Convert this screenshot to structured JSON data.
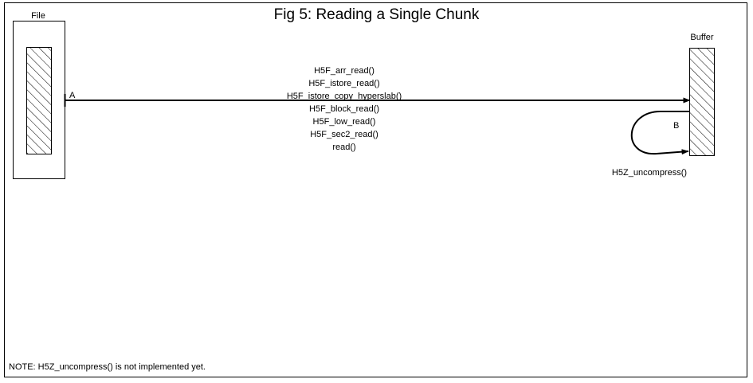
{
  "title": "Fig 5:  Reading a Single Chunk",
  "colors": {
    "stroke": "#000000",
    "background": "#ffffff",
    "hatch": "#000000"
  },
  "file_box": {
    "label": "File"
  },
  "buffer_box": {
    "label": "Buffer"
  },
  "arrows": {
    "main": {
      "label": "A"
    },
    "loop": {
      "label": "B",
      "caption": "H5Z_uncompress()"
    }
  },
  "call_stack": [
    "H5F_arr_read()",
    "H5F_istore_read()",
    "H5F_istore_copy_hyperslab()",
    "H5F_block_read()",
    "H5F_low_read()",
    "H5F_sec2_read()",
    "read()"
  ],
  "note": "NOTE: H5Z_uncompress() is not implemented yet."
}
